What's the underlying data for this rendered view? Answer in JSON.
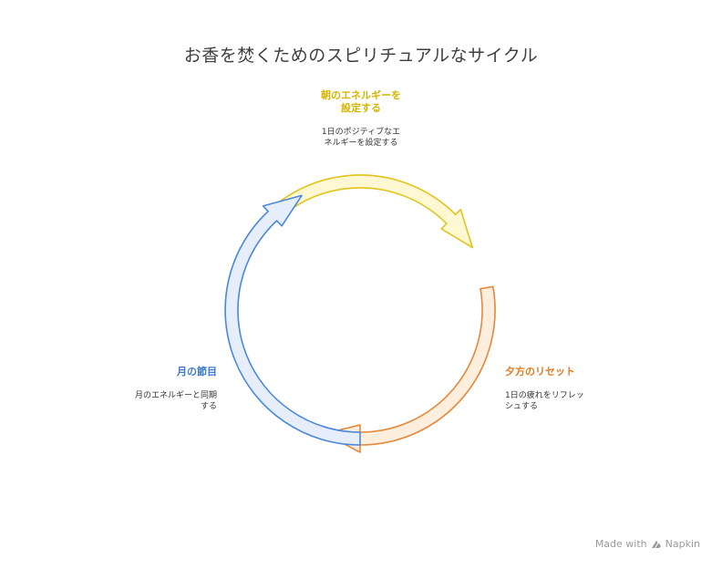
{
  "title": "お香を焚くためのスピリチュアルなサイクル",
  "stages": [
    {
      "title": "朝のエネルギーを\n設定する",
      "description": "1日のポジティブなエ\nネルギーを設定する",
      "stroke": "#e0c41c",
      "fill": "#fff8d2",
      "title_color": "#d7b400"
    },
    {
      "title": "夕方のリセット",
      "description": "1日の疲れをリフレッ\nシュする",
      "stroke": "#e4883a",
      "fill": "#fdeedd",
      "title_color": "#e07a20"
    },
    {
      "title": "月の節目",
      "description": "月のエネルギーと同期\nする",
      "stroke": "#4a88dd",
      "fill": "#e6eefb",
      "title_color": "#3a78d0"
    }
  ],
  "footer": {
    "made_with": "Made with",
    "brand": "Napkin",
    "icon": "napkin-logo-icon"
  }
}
